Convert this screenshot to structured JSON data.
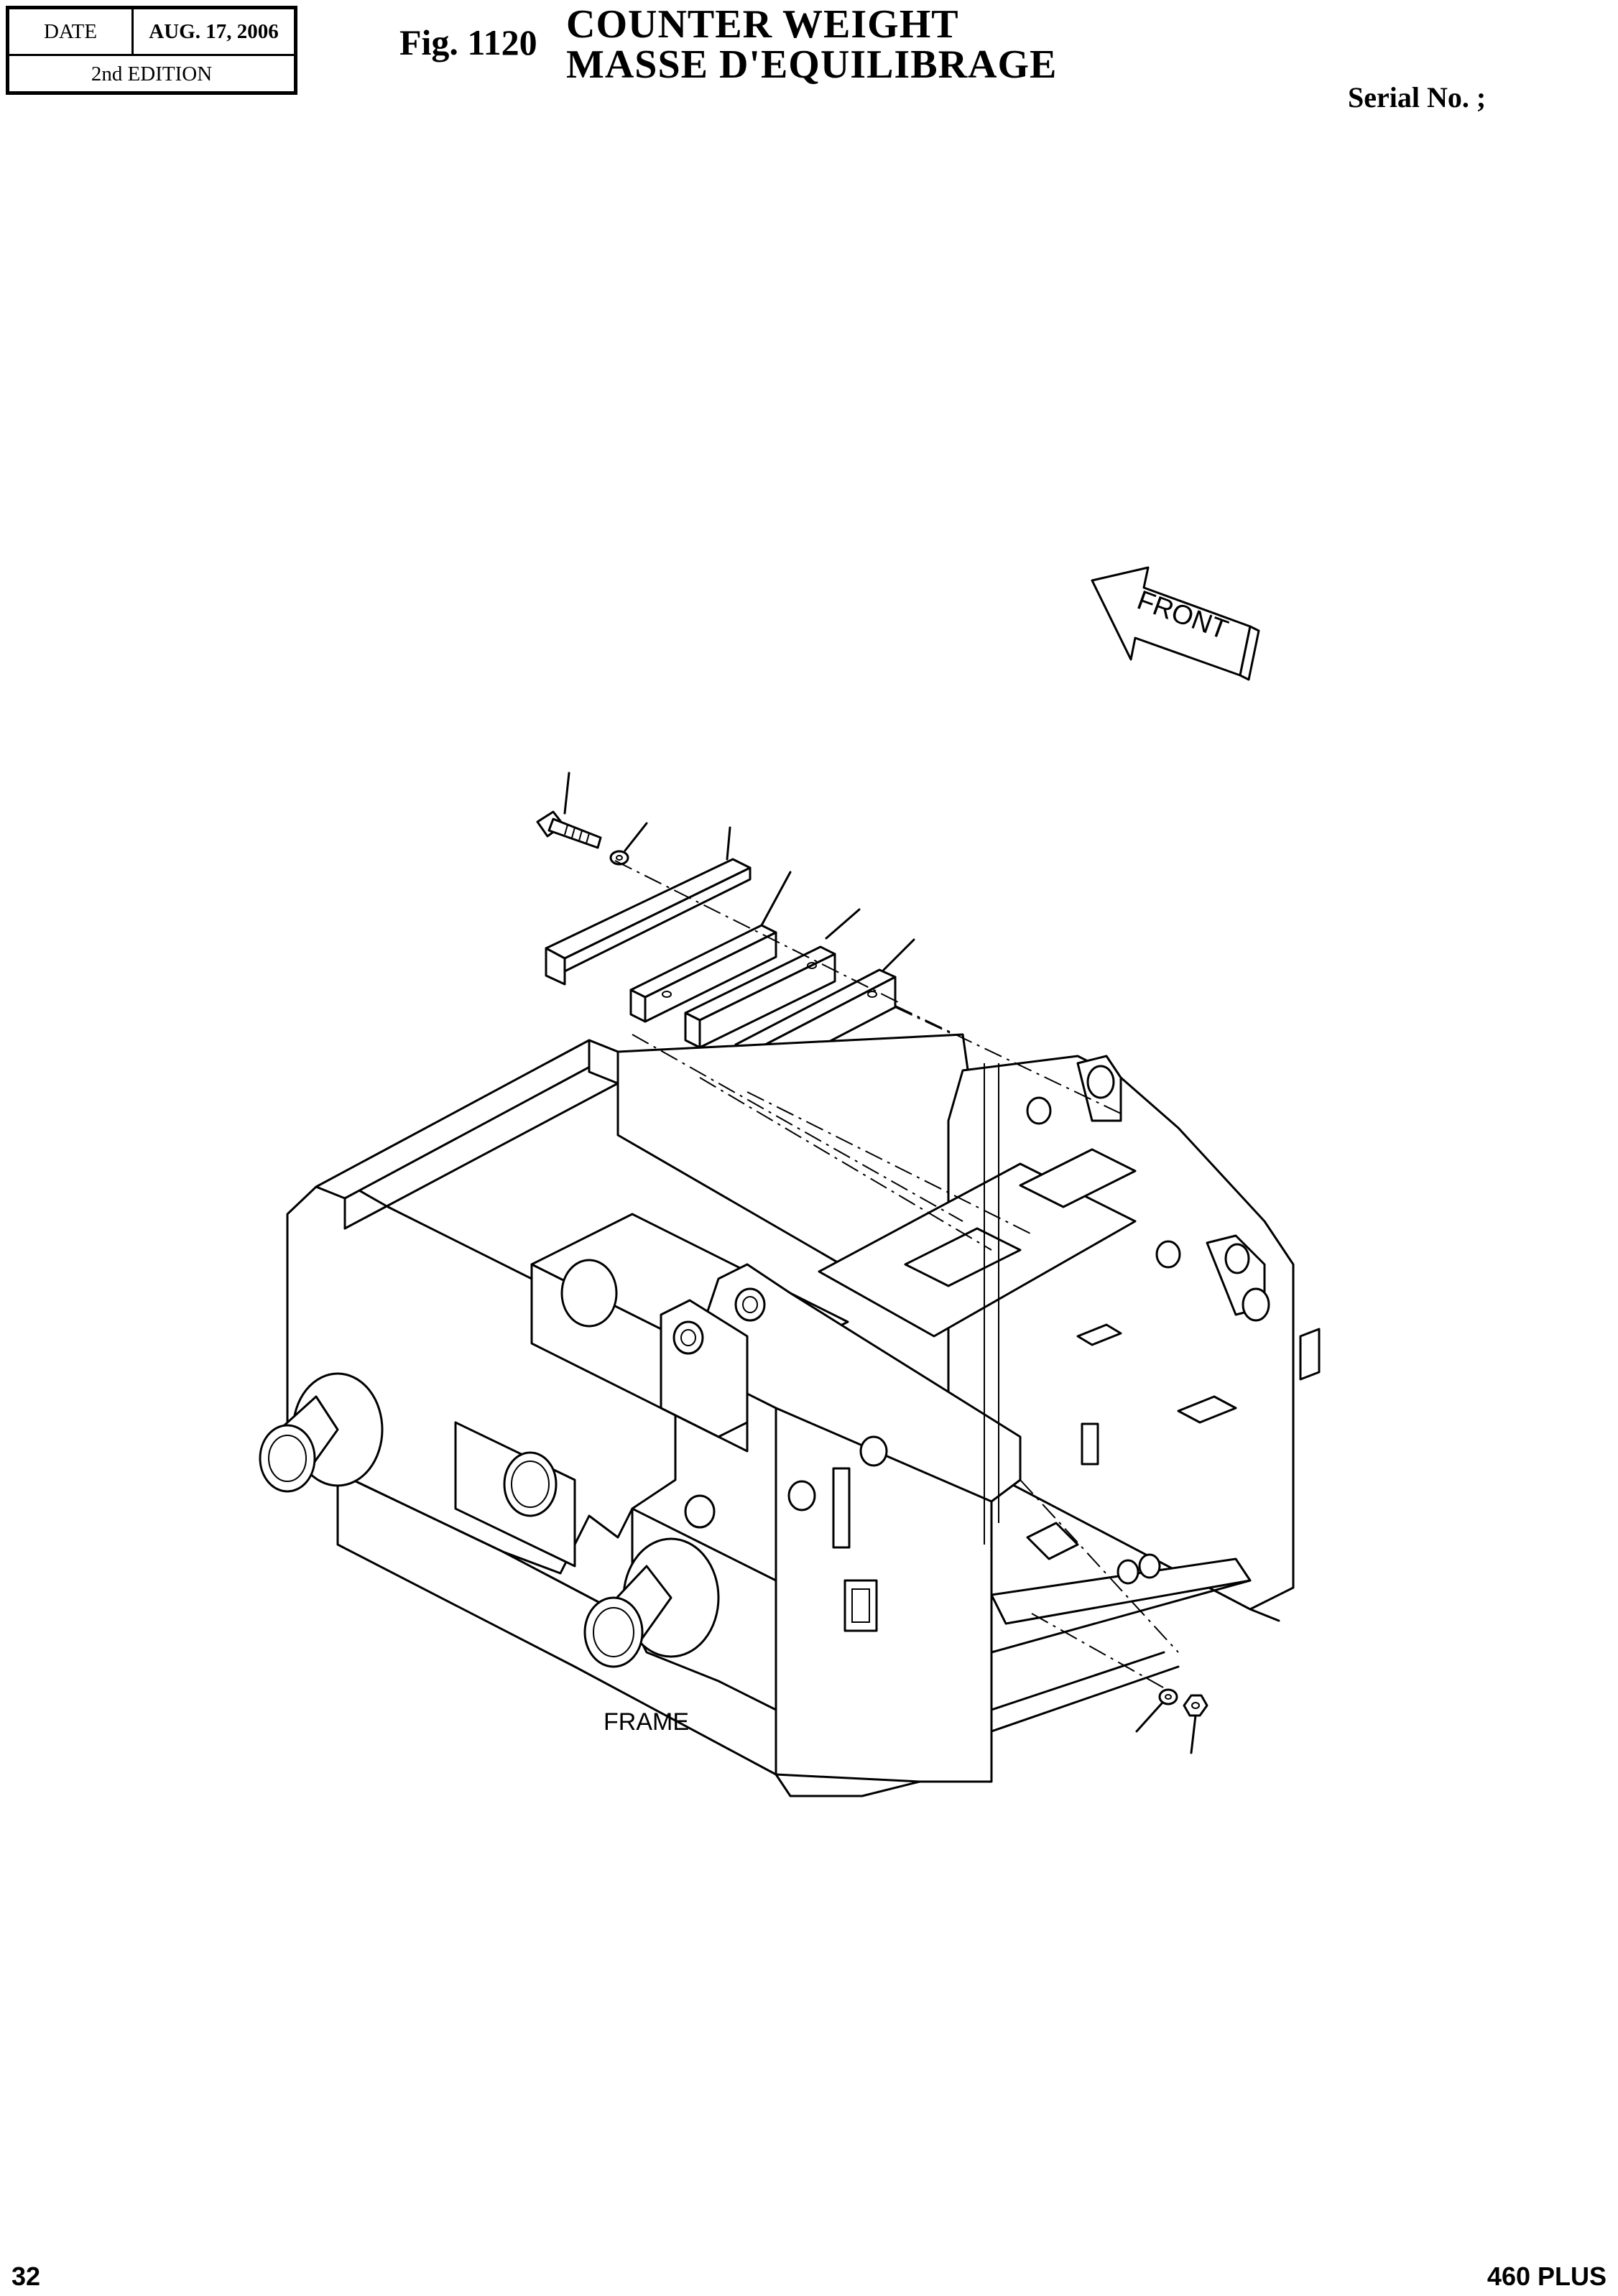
{
  "header": {
    "date_label": "DATE",
    "date_value": "AUG. 17, 2006",
    "edition": "2nd EDITION",
    "fig_label": "Fig. 1120",
    "title_en": "COUNTER  WEIGHT",
    "title_fr": "MASSE  D'EQUILIBRAGE",
    "serial": "Serial No. ;"
  },
  "drawing": {
    "front_arrow_label": "FRONT",
    "frame_label": "FRAME"
  },
  "footer": {
    "page_number": "32",
    "model": "460 PLUS"
  }
}
